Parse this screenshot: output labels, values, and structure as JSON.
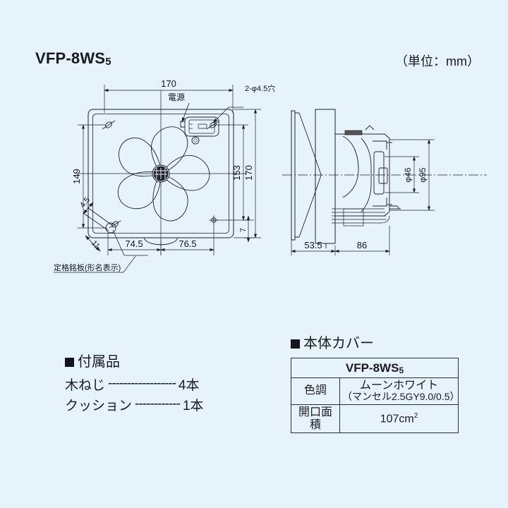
{
  "header": {
    "model_title": "VFP-8WS",
    "model_title_sub": "5",
    "unit_note": "（単位：mm）"
  },
  "front_view": {
    "dim_top_width": "170",
    "dim_left_height": "149",
    "dim_right_inner": "153",
    "dim_right_outer": "170",
    "dim_bottom_left": "74.5",
    "dim_bottom_right": "76.5",
    "dim_bottom_offset": "7",
    "dim_plate_45": "4.5",
    "dim_plate_11": "11",
    "callout_holes": "2-φ4.5穴",
    "callout_power": "電源",
    "callout_rating_plate": "定格銘板(形名表示)"
  },
  "side_view": {
    "dim_depth_front": "53.5",
    "dim_depth_rear": "86",
    "dim_dia_inner": "φ46",
    "dim_dia_outer": "φ95"
  },
  "accessories": {
    "heading": "付属品",
    "items": [
      {
        "name": "木ねじ",
        "dots": "------------------",
        "qty": "4本"
      },
      {
        "name": "クッション",
        "dots": "------------",
        "qty": "1本"
      }
    ]
  },
  "cover": {
    "heading": "本体カバー",
    "table": {
      "model": "VFP-8WS",
      "model_sub": "5",
      "rows": [
        {
          "label": "色調",
          "value": "ムーンホワイト",
          "sub_value": "（マンセル2.5GY9.0/0.5）"
        },
        {
          "label": "開口面積",
          "value": "107cm",
          "sup": "2"
        }
      ]
    }
  },
  "colors": {
    "background": "#e7f3fb",
    "line": "#1f1f28",
    "text": "#14141c"
  }
}
